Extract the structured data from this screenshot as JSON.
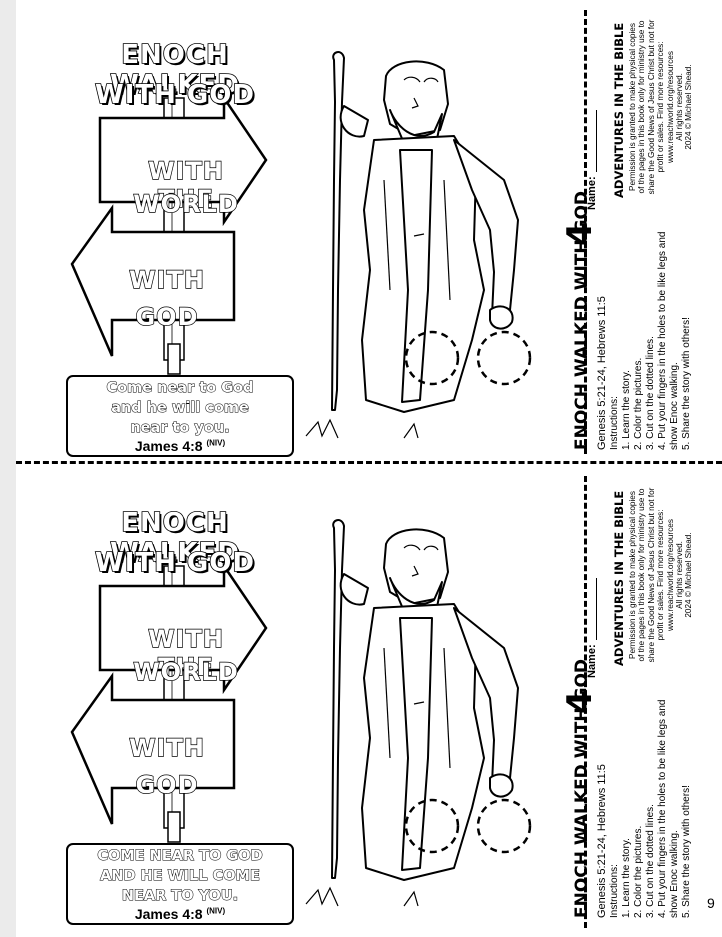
{
  "panels": [
    {
      "title_line1": "ENOCH WALKED",
      "title_line2": "WITH GOD",
      "sign_world_line1": "WITH THE",
      "sign_world_line2": "WORLD",
      "sign_god_line1": "WITH",
      "sign_god_line2": "GOD",
      "verse_line1": "Come near to God",
      "verse_line2": "and he will come",
      "verse_line3": "near to you.",
      "verse_ref": "James 4:8",
      "verse_version": "(NIV)",
      "strip": {
        "title": "ENOCH WALKED WITH GOD",
        "number": "4",
        "name_label": "Name:",
        "series": "ADVENTURES IN THE BIBLE",
        "reference": "Genesis 5:21-24, Hebrews 11:5",
        "instructions_label": "Instructions:",
        "steps": [
          "1. Learn the story.",
          "2. Color the pictures.",
          "3. Cut on the dotted lines.",
          "4. Put your fingers in the holes to be like legs and show Enoc walking.",
          "5. Share the story with others!"
        ],
        "permission_lines": [
          "Permission is granted to make physical copies",
          "of the pages in this book only for ministry use to",
          "share the Good News of Jesus Christ but not for",
          "profit or sales. Find more resources:",
          "www.reachworld.org/resources",
          "All rights reserved.",
          "2024 © Michael Shead."
        ]
      }
    },
    {
      "title_line1": "ENOCH WALKED",
      "title_line2": "WITH GOD",
      "sign_world_line1": "WITH THE",
      "sign_world_line2": "WORLD",
      "sign_god_line1": "WITH",
      "sign_god_line2": "GOD",
      "verse_line1": "COME NEAR TO GOD",
      "verse_line2": "AND HE WILL COME",
      "verse_line3": "NEAR TO YOU.",
      "verse_ref": "James 4:8",
      "verse_version": "(NIV)",
      "strip": {
        "title": "ENOCH WALKED WITH GOD",
        "number": "4",
        "name_label": "Name:",
        "series": "ADVENTURES IN THE BIBLE",
        "reference": "Genesis 5:21-24, Hebrews 11:5",
        "instructions_label": "Instructions:",
        "steps": [
          "1. Learn the story.",
          "2. Color the pictures.",
          "3. Cut on the dotted lines.",
          "4. Put your fingers in the holes to be like legs and show Enoc walking.",
          "5. Share the story with others!"
        ],
        "permission_lines": [
          "Permission is granted to make physical copies",
          "of the pages in this book only for ministry use to",
          "share the Good News of Jesus Christ but not for",
          "profit or sales. Find more resources:",
          "www.reachworld.org/resources",
          "All rights reserved.",
          "2024 © Michael Shead."
        ]
      }
    }
  ],
  "page_number": "9"
}
